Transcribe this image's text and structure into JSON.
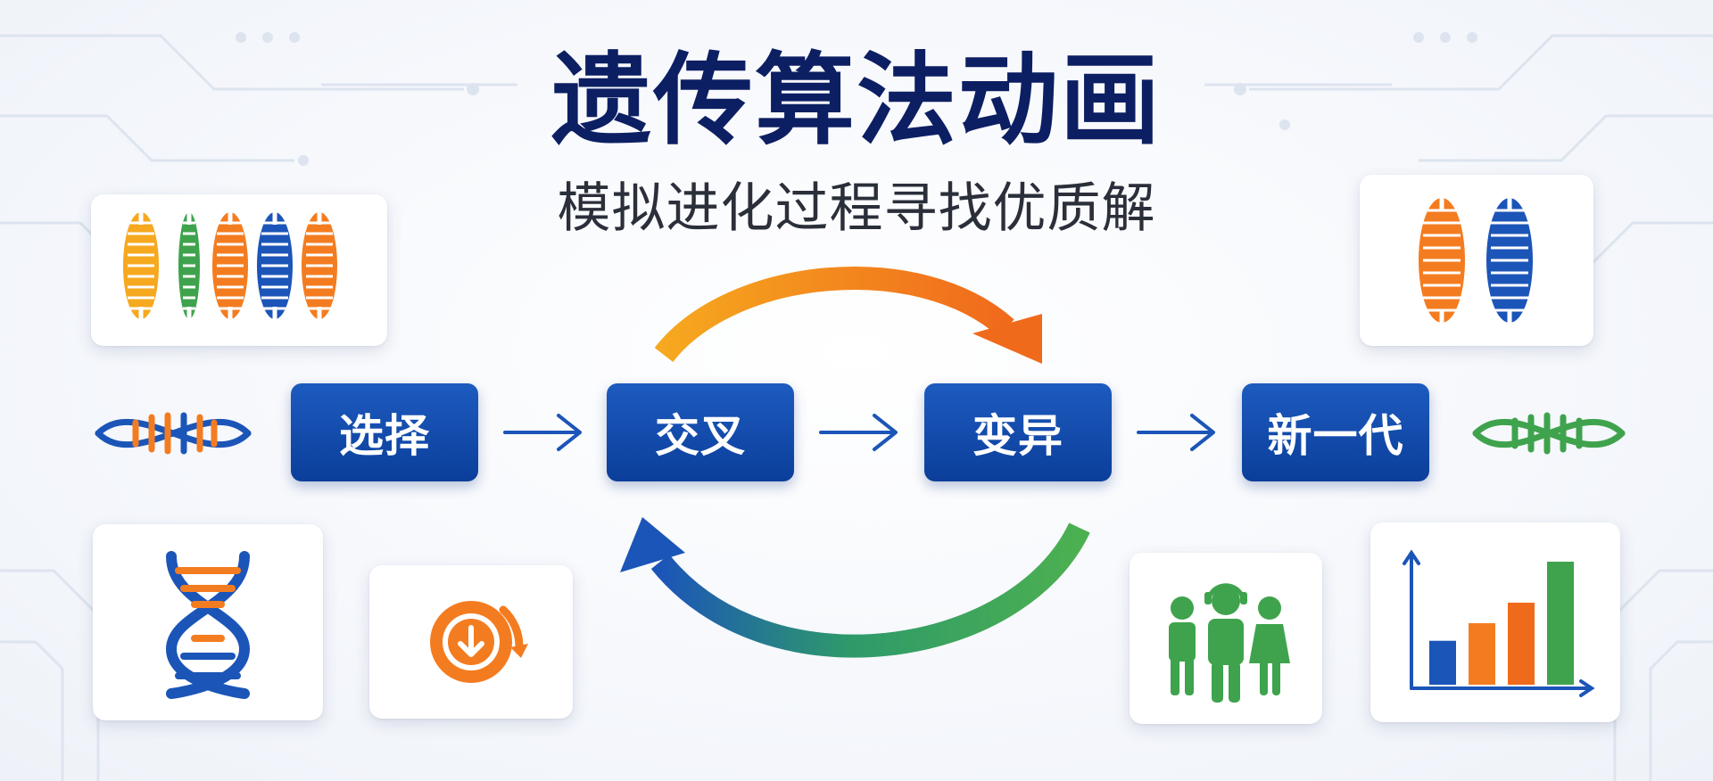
{
  "title": "遗传算法动画",
  "subtitle": "模拟进化过程寻找优质解",
  "steps": [
    {
      "label": "选择"
    },
    {
      "label": "交叉"
    },
    {
      "label": "变异"
    },
    {
      "label": "新一代"
    }
  ],
  "colors": {
    "step_fill": "#0b3e9a",
    "title": "#0d1f63",
    "orange": "#f47c20",
    "green": "#3fa34d",
    "blue": "#1c55b8",
    "yellow": "#f6a81f"
  },
  "icons": [
    "chromosome-group-icon",
    "dna-helix-icon",
    "dna-double-helix-icon",
    "mutation-cycle-icon",
    "population-icon",
    "fitness-bar-chart-icon",
    "chromosome-pair-icon"
  ],
  "fitness_chart": {
    "bar_values": [
      1.5,
      2.1,
      2.8,
      4.2
    ],
    "bar_colors": [
      "#1c55b8",
      "#f47c20",
      "#f06a1c",
      "#3fa34d"
    ]
  }
}
